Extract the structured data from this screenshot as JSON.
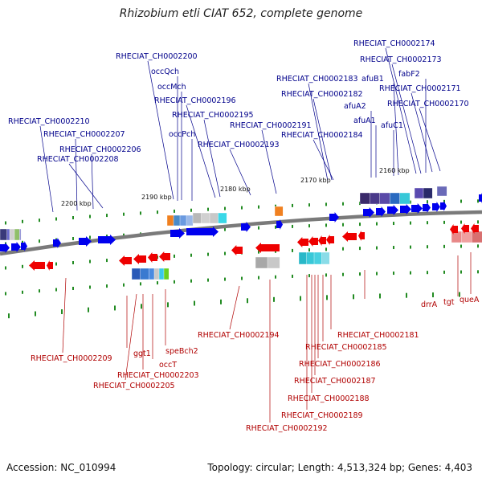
{
  "title": "Rhizobium etli CIAT 652, complete genome",
  "footer": {
    "accession": "Accession: NC_010994",
    "summary": "Topology: circular; Length: 4,513,324 bp; Genes: 4,403"
  },
  "colors": {
    "top_labels": "#00008b",
    "bottom_labels": "#b00000",
    "forward_gene": "#0000ee",
    "reverse_gene": "#ee0000",
    "backbone": "#777777",
    "tick": "#228b22"
  },
  "scale_labels": [
    "2200 kbp",
    "2190 kbp",
    "2180 kbp",
    "2170 kbp",
    "2160 kbp"
  ],
  "top_labels": [
    "RHECIAT_CH0002200",
    "occQch",
    "occMch",
    "RHECIAT_CH0002196",
    "RHECIAT_CH0002195",
    "occPch",
    "RHECIAT_CH0002210",
    "RHECIAT_CH0002207",
    "RHECIAT_CH0002206",
    "RHECIAT_CH0002208",
    "RHECIAT_CH0002191",
    "RHECIAT_CH0002193",
    "RHECIAT_CH0002183",
    "RHECIAT_CH0002182",
    "RHECIAT_CH0002184",
    "afuB1",
    "afuA2",
    "afuA1",
    "afuC1",
    "RHECIAT_CH0002174",
    "RHECIAT_CH0002173",
    "fabF2",
    "RHECIAT_CH0002171",
    "RHECIAT_CH0002170"
  ],
  "bottom_labels": [
    "RHECIAT_CH0002209",
    "ggt1",
    "occT",
    "speBch2",
    "RHECIAT_CH0002203",
    "RHECIAT_CH0002205",
    "RHECIAT_CH0002194",
    "RHECIAT_CH0002181",
    "RHECIAT_CH0002185",
    "RHECIAT_CH0002186",
    "RHECIAT_CH0002187",
    "RHECIAT_CH0002188",
    "RHECIAT_CH0002189",
    "RHECIAT_CH0002192",
    "drrA",
    "tgt",
    "queA"
  ]
}
